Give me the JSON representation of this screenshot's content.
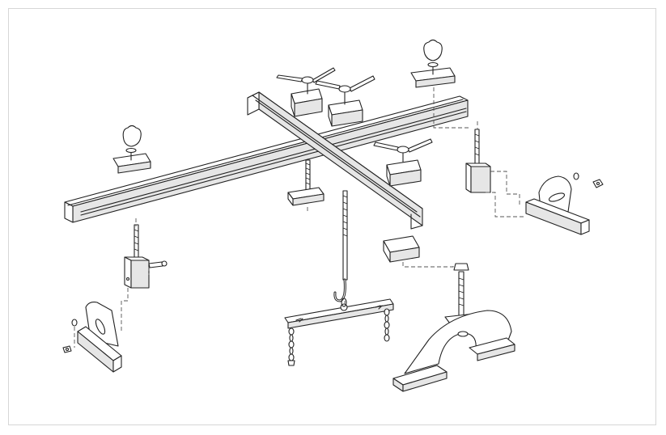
{
  "figure": {
    "colors": {
      "line": "#222222",
      "paper": "#ffffff",
      "frame": "#d6d6d6",
      "shade": "#e6e6e6"
    },
    "parts": [
      "long-crossbar",
      "short-crossbar",
      "knob-clamps",
      "wingnut-clamps",
      "threaded-rods",
      "support-feet",
      "hook-rod",
      "lifting-beam",
      "chains",
      "saddle-base"
    ]
  }
}
